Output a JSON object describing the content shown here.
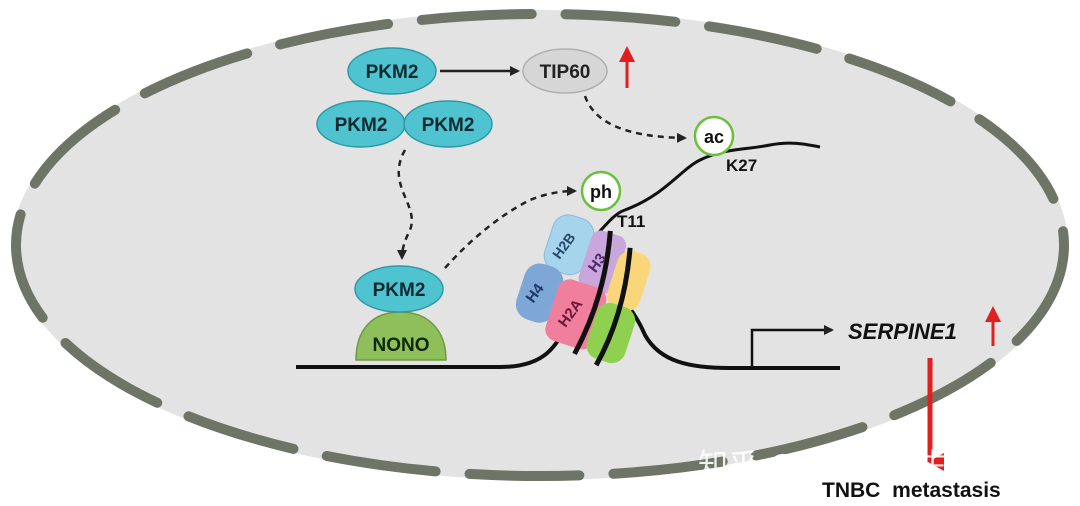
{
  "proteins": {
    "pkm2_top": "PKM2",
    "pkm2_left": "PKM2",
    "pkm2_right": "PKM2",
    "pkm2_nuclear": "PKM2",
    "nono": "NONO",
    "tip60": "TIP60"
  },
  "modifications": {
    "ph": "ph",
    "ph_site": "T11",
    "ac": "ac",
    "ac_site": "K27"
  },
  "histones": {
    "h2b": "H2B",
    "h3": "H3",
    "h4": "H4",
    "h2a": "H2A"
  },
  "gene": {
    "name": "SERPINE1"
  },
  "outcome": "TNBC  metastasis",
  "watermark": "知乎 @广州基云生物科技",
  "colors": {
    "cell_fill": "#e2e3e2",
    "membrane": "#6e7466",
    "pkm2": "#4fc3cf",
    "nono": "#8fbf5a",
    "tip60": "#d6d6d6",
    "up_arrow": "#e02020",
    "h2b": "#a6d4ec",
    "h3": "#c9a6dc",
    "h4": "#7ea6d6",
    "h2a": "#f07f9e",
    "yellow": "#fad67a",
    "green": "#8fd14f"
  }
}
